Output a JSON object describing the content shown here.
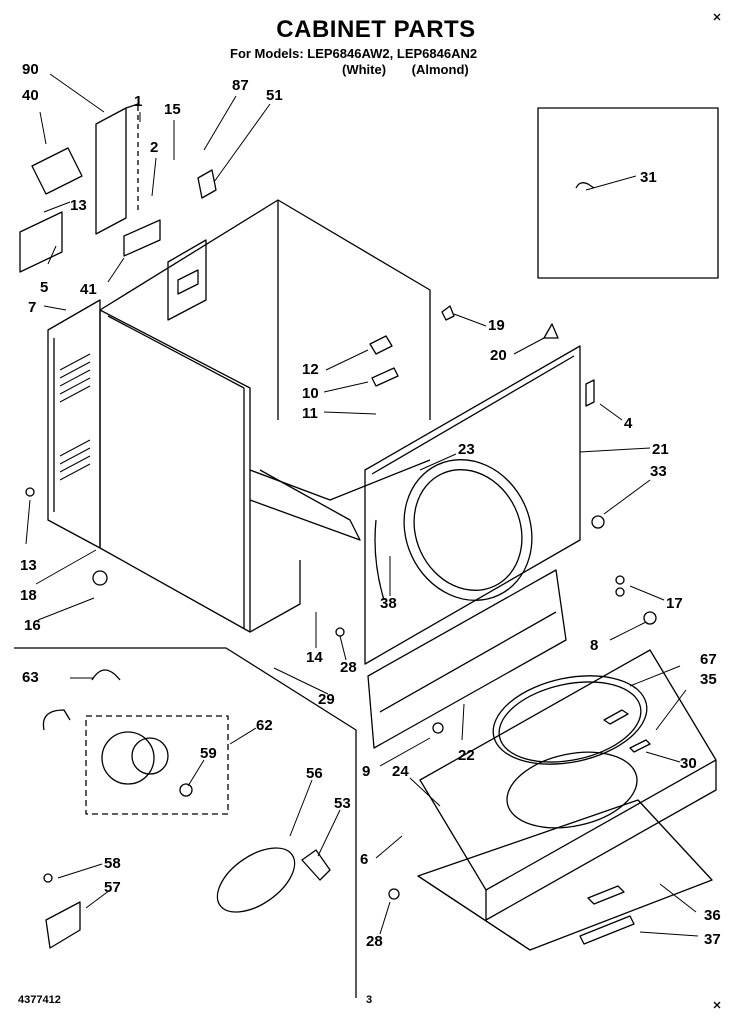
{
  "header": {
    "title": "CABINET PARTS",
    "models_label": "For Models: LEP6846AW2, LEP6846AN2",
    "variant_white": "(White)",
    "variant_almond": "(Almond)"
  },
  "footer": {
    "doc_number": "4377412",
    "page_number": "3"
  },
  "callouts": [
    "90",
    "40",
    "1",
    "13",
    "2",
    "15",
    "87",
    "51",
    "5",
    "7",
    "41",
    "31",
    "19",
    "20",
    "12",
    "10",
    "11",
    "4",
    "21",
    "23",
    "33",
    "13",
    "18",
    "16",
    "38",
    "17",
    "14",
    "28",
    "8",
    "63",
    "62",
    "59",
    "29",
    "67",
    "35",
    "22",
    "9",
    "24",
    "30",
    "56",
    "53",
    "6",
    "58",
    "57",
    "36",
    "28",
    "37"
  ]
}
